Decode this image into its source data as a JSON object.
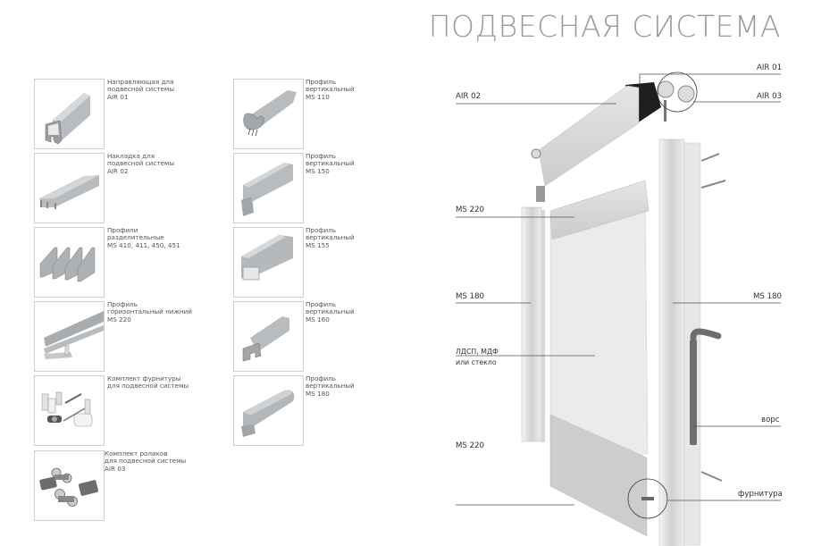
{
  "title": "ПОДВЕСНАЯ СИСТЕМА",
  "catalog": {
    "left_column": [
      {
        "icon": "air01-rail-profile",
        "lines": [
          "Направляющая для",
          "подвесной системы",
          "AIR 01"
        ]
      },
      {
        "icon": "air02-cover-profile",
        "lines": [
          "Накладка для",
          "подвесной системы",
          "AIR 02"
        ]
      },
      {
        "icon": "divider-profiles",
        "lines": [
          "Профили",
          "разделительные",
          "MS 410, 411, 450, 451"
        ]
      },
      {
        "icon": "ms220-horizontal-profile",
        "lines": [
          "Профиль",
          "горизонтальный нижний",
          "MS 220"
        ]
      },
      {
        "icon": "hardware-kit",
        "lines": [
          "Комплект фурнитуры",
          "для подвесной системы",
          ""
        ]
      },
      {
        "icon": "roller-kit",
        "lines": [
          "Комплект роликов",
          "для подвесной системы",
          "AIR 03"
        ]
      }
    ],
    "right_column": [
      {
        "icon": "ms110-vertical-profile",
        "lines": [
          "Профиль",
          "вертикальный",
          "MS 110"
        ]
      },
      {
        "icon": "ms150-vertical-profile",
        "lines": [
          "Профиль",
          "вертикальный",
          "MS 150"
        ]
      },
      {
        "icon": "ms155-vertical-profile",
        "lines": [
          "Профиль",
          "вертикальный",
          "MS 155"
        ]
      },
      {
        "icon": "ms160-vertical-profile",
        "lines": [
          "Профиль",
          "вертикальный",
          "MS 160"
        ]
      },
      {
        "icon": "ms180-vertical-profile",
        "lines": [
          "Профиль",
          "вертикальный",
          "MS 180"
        ]
      }
    ]
  },
  "diagram": {
    "callouts": {
      "air01": "AIR 01",
      "air02": "AIR 02",
      "air03": "AIR 03",
      "ms220_top": "MS 220",
      "ms180_left": "MS 180",
      "ms180_right": "MS 180",
      "panel_line1": "ЛДСП, МДФ",
      "panel_line2": "или стекло",
      "ms220_bottom": "MS 220",
      "brush": "ворс",
      "hardware": "фурнитура"
    }
  },
  "colors": {
    "title": "#9a9a9a",
    "card_border": "#cfcfcf",
    "profile_metal": "#b9bcbf",
    "profile_dark": "#8e9296",
    "line": "#555555"
  }
}
